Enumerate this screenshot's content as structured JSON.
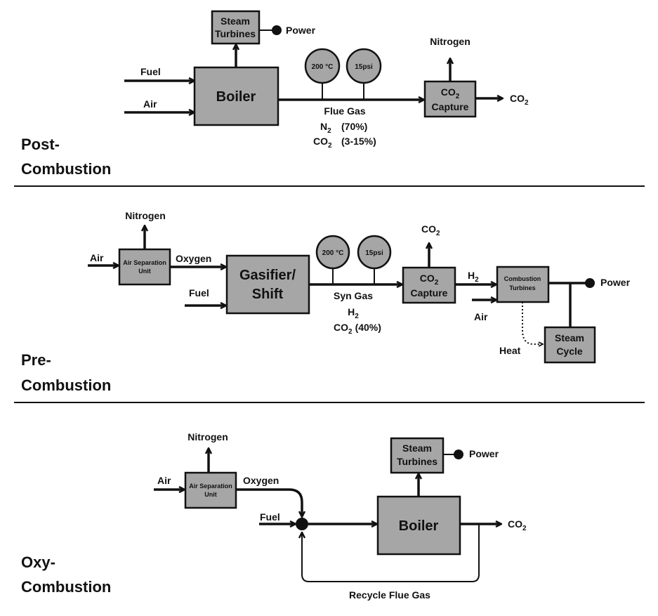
{
  "post": {
    "section_line1": "Post-",
    "section_line2": "Combustion",
    "fuel": "Fuel",
    "air": "Air",
    "boiler": "Boiler",
    "steam_turbines_1": "Steam",
    "steam_turbines_2": "Turbines",
    "power": "Power",
    "temp": "200 °C",
    "pressure": "15psi",
    "flue_gas": "Flue Gas",
    "n2": "N",
    "n2_sub": "2",
    "n2_pct": "(70%)",
    "co2": "CO",
    "co2_sub": "2",
    "co2_pct": "(3-15%)",
    "nitrogen": "Nitrogen",
    "capture_co": "CO",
    "capture_sub": "2",
    "capture_2": "Capture",
    "out_co": "CO",
    "out_sub": "2"
  },
  "pre": {
    "section_line1": "Pre-",
    "section_line2": "Combustion",
    "air": "Air",
    "nitrogen": "Nitrogen",
    "asu_1": "Air Separation",
    "asu_2": "Unit",
    "oxygen": "Oxygen",
    "fuel": "Fuel",
    "gasifier_1": "Gasifier/",
    "gasifier_2": "Shift",
    "temp": "200 °C",
    "pressure": "15psi",
    "syn_gas": "Syn Gas",
    "h2": "H",
    "h2_sub": "2",
    "co2": "CO",
    "co2_sub": "2",
    "co2_pct": "(40%)",
    "top_co": "CO",
    "top_sub": "2",
    "capture_co": "CO",
    "capture_sub": "2",
    "capture_2": "Capture",
    "h2_flow": "H",
    "h2_flow_sub": "2",
    "ct_1": "Combustion",
    "ct_2": "Turbines",
    "air2": "Air",
    "power": "Power",
    "heat": "Heat",
    "steam_cycle_1": "Steam",
    "steam_cycle_2": "Cycle"
  },
  "oxy": {
    "section_line1": "Oxy-",
    "section_line2": "Combustion",
    "nitrogen": "Nitrogen",
    "air": "Air",
    "asu_1": "Air Separation",
    "asu_2": "Unit",
    "oxygen": "Oxygen",
    "fuel": "Fuel",
    "steam_turbines_1": "Steam",
    "steam_turbines_2": "Turbines",
    "power": "Power",
    "boiler": "Boiler",
    "out_co": "CO",
    "out_sub": "2",
    "recycle": "Recycle Flue Gas"
  }
}
